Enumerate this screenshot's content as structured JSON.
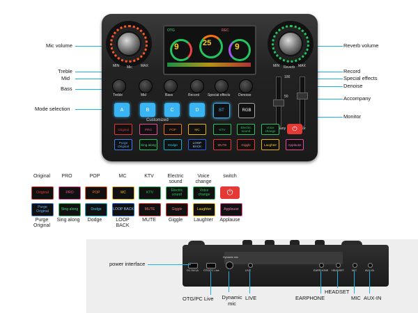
{
  "callouts_left": {
    "mic_volume": "Mic volume",
    "treble": "Treble",
    "mid": "Mid",
    "bass": "Bass",
    "mode_selection": "Mode selection"
  },
  "callouts_right": {
    "reverb_volume": "Reverb volume",
    "record": "Record",
    "special_effects": "Special effects",
    "denoise": "Denoise",
    "accompany": "Accompany",
    "monitor": "Monitor"
  },
  "device": {
    "min": "MIN",
    "max": "MAX",
    "mic": "Mic",
    "reverb": "Reverb",
    "screen_otg": "OTG",
    "screen_rec": "REC",
    "screen_number_left": "9",
    "screen_number_center": "25",
    "screen_number_right": "9",
    "treble": "Treble",
    "mid": "Mid",
    "bass": "Bass",
    "record": "Record",
    "special_effects": "Special effects",
    "denoise": "Denoise",
    "accompany": "Accompany",
    "monitor": "Monitor",
    "fader_top": "100",
    "fader_mid": "50",
    "pads": [
      "A",
      "B",
      "C",
      "D"
    ],
    "customized": "Customized",
    "bt": "BT",
    "rgb": "RGB",
    "row1": [
      "Original",
      "PRO",
      "POP",
      "MC"
    ],
    "row1_right": [
      "KTV",
      "Electric sound",
      "Voice change"
    ],
    "row2": [
      "Purge Original",
      "Sing along",
      "Dodge",
      "LOOP BACK"
    ],
    "row2_right": [
      "MUTE",
      "Giggle",
      "Laughter",
      "Applause"
    ]
  },
  "legend": {
    "headers": [
      "Original",
      "PRO",
      "POP",
      "MC",
      "KTV",
      "Electric sound",
      "Voice change",
      "switch"
    ],
    "row1": [
      "Original",
      "PRO",
      "POP",
      "MC",
      "KTV",
      "Electric sound",
      "Voice change",
      ""
    ],
    "row2": [
      "Purge Original",
      "Sing along",
      "Dodge",
      "LOOP BACK",
      "MUTE",
      "Giggle",
      "Laughter",
      "Applause"
    ],
    "footers": [
      "Purge Original",
      "Sing along",
      "Dodge",
      "LOOP BACK",
      "MUTE",
      "Giggle",
      "Laughter",
      "Applause"
    ]
  },
  "bottom": {
    "power_interface": "power interface",
    "otg_pc_live": "OTG/PC Live",
    "dynamic_mic": "Dynamic mic",
    "live": "LIVE",
    "earphone": "EARPHONE",
    "headset": "HEADSET",
    "mic": "MIC",
    "aux_in": "AUX-IN",
    "port_dc": "DC 5V/1A",
    "port_otg": "OTG/PC Live",
    "port_dynamic": "Dynamic mic",
    "port_live": "LIVE",
    "port_earphone": "EARPHONE",
    "port_headset": "HEADSET",
    "port_mic": "MIC",
    "port_aux": "AUX-IN"
  },
  "colors": {
    "accent_line": "#1ab1e6",
    "pad_blue": "#3ab4f2",
    "power_red": "#e53935"
  }
}
